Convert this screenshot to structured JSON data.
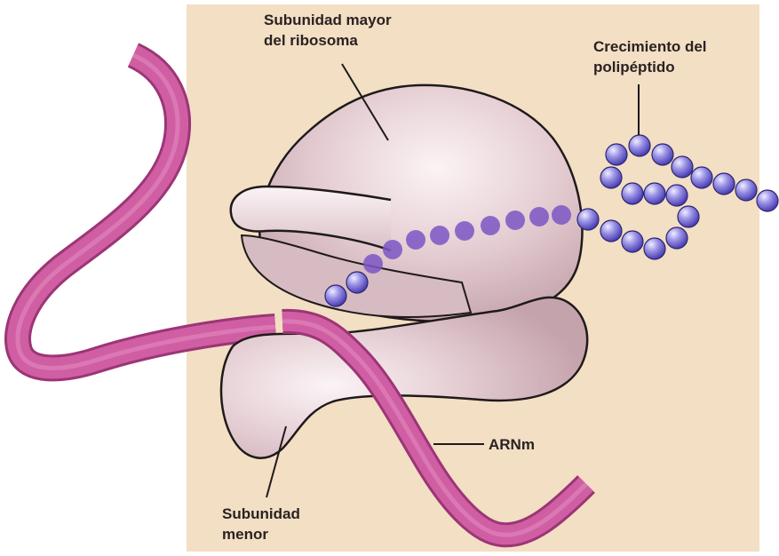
{
  "labels": {
    "large_subunit": [
      "Subunidad mayor",
      "del ribosoma"
    ],
    "polypeptide": [
      "Crecimiento del",
      "polipéptido"
    ],
    "mrna": "ARNm",
    "small_subunit": [
      "Subunidad",
      "menor"
    ]
  },
  "colors": {
    "background": "#ffffff",
    "panel": "#f2dfc4",
    "ribosome": "#ddc3c8",
    "ribosome_light": "#f9f0f2",
    "ribosome_outline": "#1f1a1a",
    "ribbon": "#cc5a9e",
    "ribbon_dark": "#9c3576",
    "bead_light": "#cfcaf6",
    "bead_dark": "#5b4fc4",
    "bead_inside": "#7d56c4"
  }
}
